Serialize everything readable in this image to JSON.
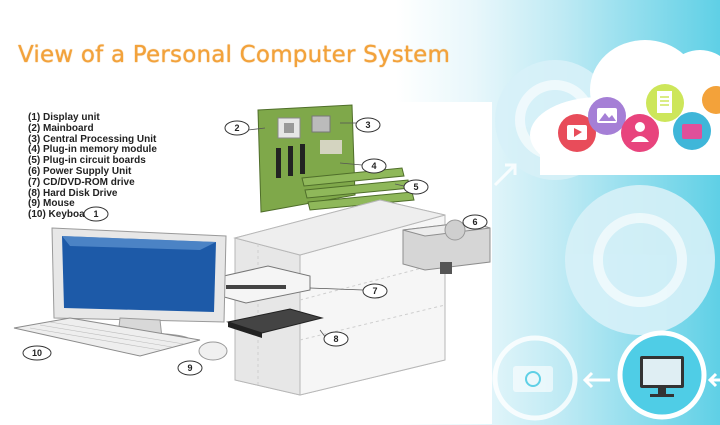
{
  "title": "View of a Personal Computer System",
  "legend": [
    "(1) Display unit",
    "(2) Mainboard",
    "(3) Central Processing Unit",
    "(4) Plug-in memory module",
    "(5) Plug-in circuit boards",
    "(6) Power Supply Unit",
    "(7) CD/DVD-ROM drive",
    "(8) Hard Disk Drive",
    "(9) Mouse",
    "(10) Keyboard"
  ],
  "callouts": [
    "1",
    "2",
    "3",
    "4",
    "5",
    "6",
    "7",
    "8",
    "9",
    "10"
  ],
  "colors": {
    "title": "#f3a23a",
    "accent": "#4fcde6",
    "mainboard": "#7fa84a",
    "screen": "#1d5aa8"
  },
  "icons": [
    "video-icon",
    "image-icon",
    "user-icon",
    "document-icon",
    "folder-icon",
    "camera-icon",
    "monitor-icon",
    "arrow-left-icon"
  ]
}
